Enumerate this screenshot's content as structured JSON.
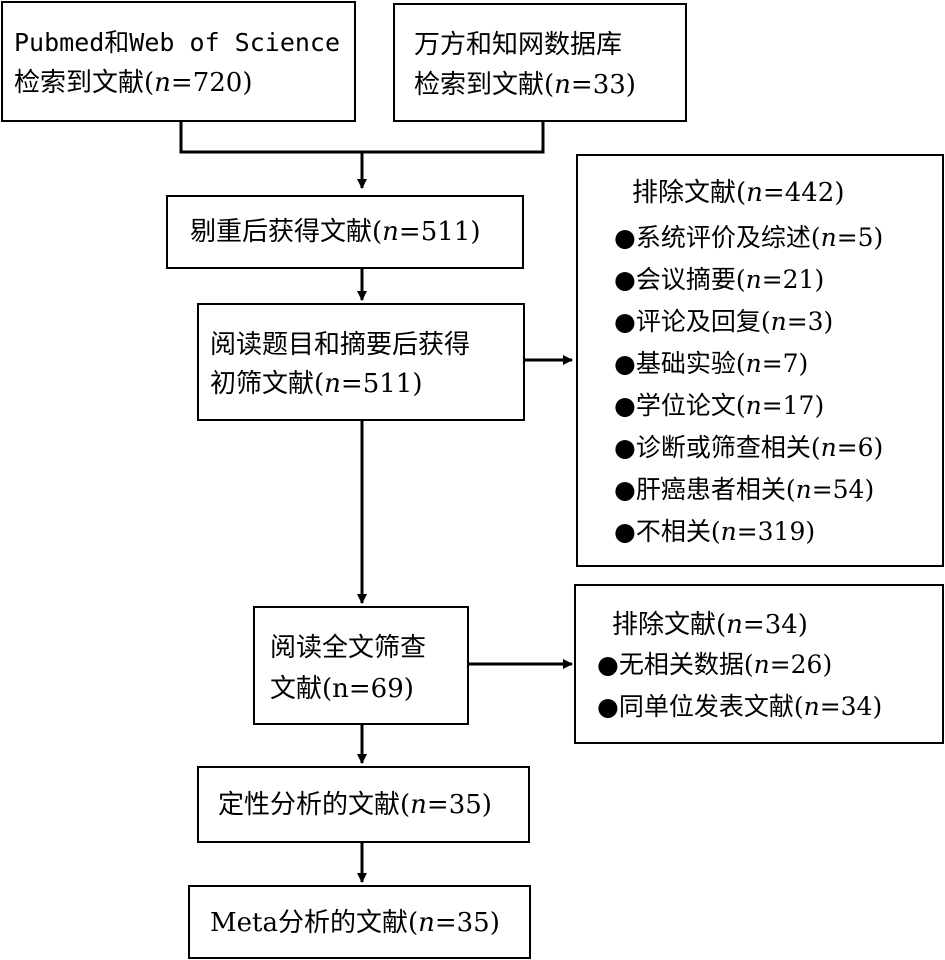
{
  "source_boxes": {
    "pubmed": {
      "line1": "Pubmed和Web of Science",
      "line2_prefix": "检索到文献(",
      "n": "n",
      "line2_suffix": "=720)"
    },
    "wanfang": {
      "line1": "万方和知网数据库",
      "line2_prefix": "检索到文献(",
      "n": "n",
      "line2_suffix": "=33)"
    }
  },
  "dedup": {
    "prefix": "剔重后获得文献(",
    "n": "n",
    "suffix": "=511)"
  },
  "initial_screen": {
    "line1": "阅读题目和摘要后获得",
    "line2_prefix": "初筛文献(",
    "n": "n",
    "line2_suffix": "=511)"
  },
  "exclusion1": {
    "title_prefix": "排除文献(",
    "n": "n",
    "title_suffix": "=442)",
    "bullet": "●",
    "items": [
      {
        "label": "系统评价及综述(",
        "n": "n",
        "count": "=5)"
      },
      {
        "label": "会议摘要(",
        "n": "n",
        "count": "=21)"
      },
      {
        "label": "评论及回复(",
        "n": "n",
        "count": "=3)"
      },
      {
        "label": "基础实验(",
        "n": "n",
        "count": "=7)"
      },
      {
        "label": "学位论文(",
        "n": "n",
        "count": "=17)"
      },
      {
        "label": "诊断或筛查相关(",
        "n": "n",
        "count": "=6)"
      },
      {
        "label": "肝癌患者相关(",
        "n": "n",
        "count": "=54)"
      },
      {
        "label": "不相关(",
        "n": "n",
        "count": "=319)"
      }
    ]
  },
  "fulltext": {
    "line1": "阅读全文筛查",
    "line2": "文献(n=69)"
  },
  "exclusion2": {
    "title_prefix": "排除文献(",
    "n": "n",
    "title_suffix": "=34)",
    "bullet": "●",
    "items": [
      {
        "label": "无相关数据(",
        "n": "n",
        "count": "=26)"
      },
      {
        "label": "同单位发表文献(",
        "n": "n",
        "count": "=34)"
      }
    ]
  },
  "qualitative": {
    "prefix": "定性分析的文献(",
    "n": "n",
    "suffix": "=35)"
  },
  "meta": {
    "prefix": "Meta分析的文献(",
    "n": "n",
    "suffix": "=35)"
  }
}
